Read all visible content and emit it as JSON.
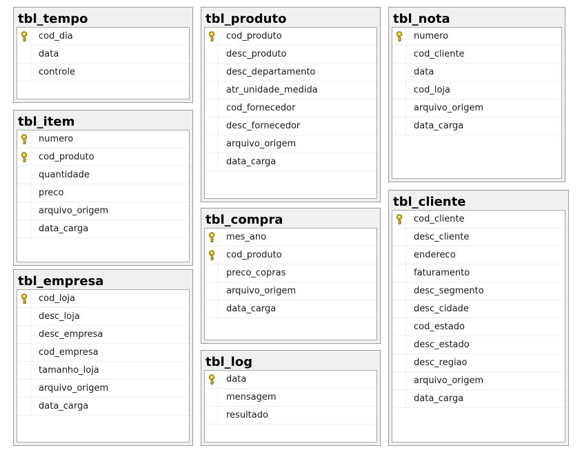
{
  "tables": [
    {
      "id": "tbl_tempo",
      "title": "tbl_tempo",
      "columns": [
        {
          "name": "cod_dia",
          "pk": true
        },
        {
          "name": "data",
          "pk": false
        },
        {
          "name": "controle",
          "pk": false
        }
      ]
    },
    {
      "id": "tbl_item",
      "title": "tbl_item",
      "columns": [
        {
          "name": "numero",
          "pk": true
        },
        {
          "name": "cod_produto",
          "pk": true
        },
        {
          "name": "quantidade",
          "pk": false
        },
        {
          "name": "preco",
          "pk": false
        },
        {
          "name": "arquivo_origem",
          "pk": false
        },
        {
          "name": "data_carga",
          "pk": false
        }
      ]
    },
    {
      "id": "tbl_empresa",
      "title": "tbl_empresa",
      "columns": [
        {
          "name": "cod_loja",
          "pk": true
        },
        {
          "name": "desc_loja",
          "pk": false
        },
        {
          "name": "desc_empresa",
          "pk": false
        },
        {
          "name": "cod_empresa",
          "pk": false
        },
        {
          "name": "tamanho_loja",
          "pk": false
        },
        {
          "name": "arquivo_origem",
          "pk": false
        },
        {
          "name": "data_carga",
          "pk": false
        }
      ]
    },
    {
      "id": "tbl_produto",
      "title": "tbl_produto",
      "columns": [
        {
          "name": "cod_produto",
          "pk": true
        },
        {
          "name": "desc_produto",
          "pk": false
        },
        {
          "name": "desc_departamento",
          "pk": false
        },
        {
          "name": "atr_unidade_medida",
          "pk": false
        },
        {
          "name": "cod_fornecedor",
          "pk": false
        },
        {
          "name": "desc_fornecedor",
          "pk": false
        },
        {
          "name": "arquivo_origem",
          "pk": false
        },
        {
          "name": "data_carga",
          "pk": false
        }
      ]
    },
    {
      "id": "tbl_compra",
      "title": "tbl_compra",
      "columns": [
        {
          "name": "mes_ano",
          "pk": true
        },
        {
          "name": "cod_produto",
          "pk": true
        },
        {
          "name": "preco_copras",
          "pk": false
        },
        {
          "name": "arquivo_origem",
          "pk": false
        },
        {
          "name": "data_carga",
          "pk": false
        }
      ]
    },
    {
      "id": "tbl_log",
      "title": "tbl_log",
      "columns": [
        {
          "name": "data",
          "pk": true
        },
        {
          "name": "mensagem",
          "pk": false
        },
        {
          "name": "resultado",
          "pk": false
        }
      ]
    },
    {
      "id": "tbl_nota",
      "title": "tbl_nota",
      "columns": [
        {
          "name": "numero",
          "pk": true
        },
        {
          "name": "cod_cliente",
          "pk": false
        },
        {
          "name": "data",
          "pk": false
        },
        {
          "name": "cod_loja",
          "pk": false
        },
        {
          "name": "arquivo_origem",
          "pk": false
        },
        {
          "name": "data_carga",
          "pk": false
        }
      ]
    },
    {
      "id": "tbl_cliente",
      "title": "tbl_cliente",
      "columns": [
        {
          "name": "cod_cliente",
          "pk": true
        },
        {
          "name": "desc_cliente",
          "pk": false
        },
        {
          "name": "endereco",
          "pk": false
        },
        {
          "name": "faturamento",
          "pk": false
        },
        {
          "name": "desc_segmento",
          "pk": false
        },
        {
          "name": "desc_cidade",
          "pk": false
        },
        {
          "name": "cod_estado",
          "pk": false
        },
        {
          "name": "desc_estado",
          "pk": false
        },
        {
          "name": "desc_regiao",
          "pk": false
        },
        {
          "name": "arquivo_origem",
          "pk": false
        },
        {
          "name": "data_carga",
          "pk": false
        }
      ]
    }
  ],
  "colors": {
    "panel_bg": "#f0f0f0",
    "panel_border": "#9a9a9a",
    "key_icon": "#e8c21c"
  }
}
